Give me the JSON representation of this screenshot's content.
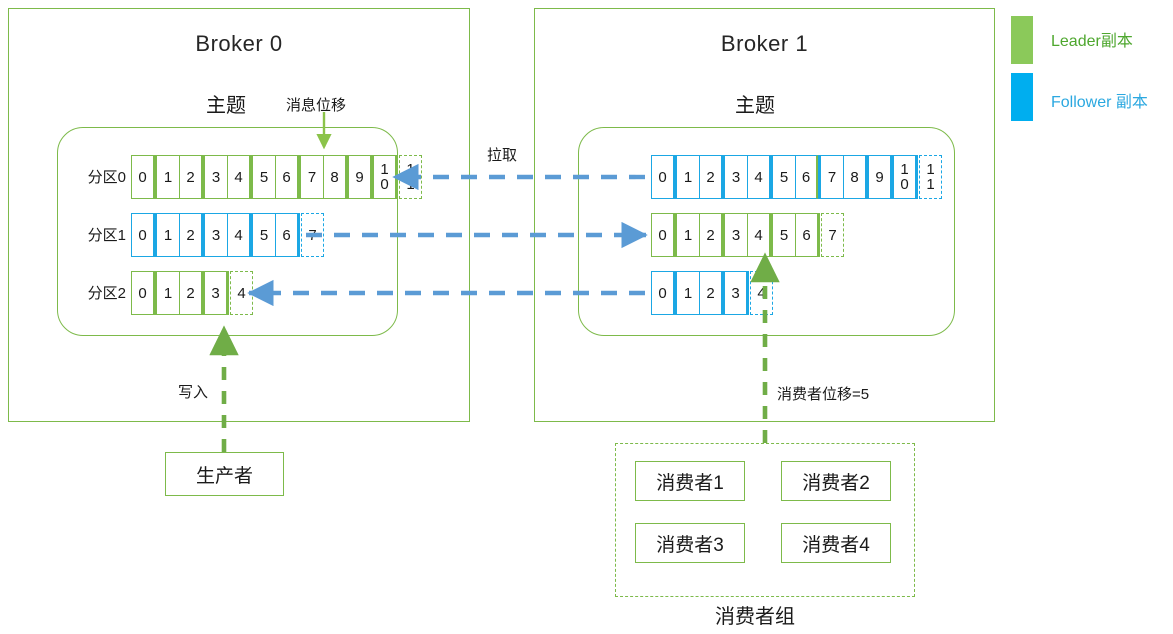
{
  "legend": {
    "items": [
      {
        "label": "Leader副本",
        "color": "#8BC95A",
        "text_color": "#4EA72E"
      },
      {
        "label": "Follower 副本",
        "color": "#00AEEF",
        "text_color": "#2BA8E0"
      }
    ]
  },
  "brokers": [
    {
      "id": "broker-0",
      "title": "Broker 0",
      "topic_label": "主题",
      "offset_label": "消息位移",
      "partitions": [
        {
          "label": "分区0",
          "role": "leader",
          "color": "#7DBA4A",
          "groups": [
            [
              "0"
            ],
            [
              "1",
              "2"
            ],
            [
              "3",
              "4"
            ],
            [
              "5",
              "6"
            ],
            [
              "7",
              "8"
            ],
            [
              "9"
            ],
            [
              "10"
            ]
          ],
          "pending": "11"
        },
        {
          "label": "分区1",
          "role": "follower",
          "color": "#1BA7E4",
          "groups": [
            [
              "0"
            ],
            [
              "1",
              "2"
            ],
            [
              "3",
              "4"
            ],
            [
              "5",
              "6"
            ]
          ],
          "pending": "7"
        },
        {
          "label": "分区2",
          "role": "leader",
          "color": "#7DBA4A",
          "groups": [
            [
              "0"
            ],
            [
              "1",
              "2"
            ],
            [
              "3"
            ]
          ],
          "pending": "4"
        }
      ]
    },
    {
      "id": "broker-1",
      "title": "Broker 1",
      "topic_label": "主题",
      "partitions": [
        {
          "label": "",
          "role": "follower",
          "color": "#1BA7E4",
          "groups": [
            [
              "0"
            ],
            [
              "1",
              "2"
            ],
            [
              "3",
              "4"
            ],
            [
              "5",
              "6"
            ],
            [
              "7",
              "8"
            ],
            [
              "9"
            ],
            [
              "10"
            ]
          ],
          "pending": "11"
        },
        {
          "label": "",
          "role": "leader",
          "color": "#7DBA4A",
          "groups": [
            [
              "0"
            ],
            [
              "1",
              "2"
            ],
            [
              "3",
              "4"
            ],
            [
              "5",
              "6"
            ]
          ],
          "pending": "7"
        },
        {
          "label": "",
          "role": "follower",
          "color": "#1BA7E4",
          "groups": [
            [
              "0"
            ],
            [
              "1",
              "2"
            ],
            [
              "3"
            ]
          ],
          "pending": "4"
        }
      ]
    }
  ],
  "annotations": {
    "pull": "拉取",
    "write": "写入",
    "consumer_offset": "消费者位移=5"
  },
  "producer": {
    "label": "生产者"
  },
  "consumer_group": {
    "title": "消费者组",
    "members": [
      "消费者1",
      "消费者2",
      "消费者3",
      "消费者4"
    ]
  }
}
